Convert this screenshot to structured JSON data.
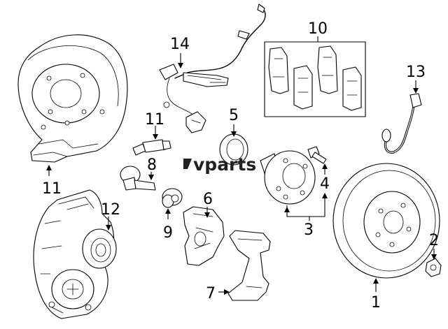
{
  "callouts": [
    {
      "id": "1",
      "label": "1"
    },
    {
      "id": "2",
      "label": "2"
    },
    {
      "id": "3",
      "label": "3"
    },
    {
      "id": "4",
      "label": "4"
    },
    {
      "id": "5",
      "label": "5"
    },
    {
      "id": "6",
      "label": "6"
    },
    {
      "id": "7",
      "label": "7"
    },
    {
      "id": "8",
      "label": "8"
    },
    {
      "id": "9",
      "label": "9"
    },
    {
      "id": "10",
      "label": "10"
    },
    {
      "id": "11a",
      "label": "11"
    },
    {
      "id": "11b",
      "label": "11"
    },
    {
      "id": "12",
      "label": "12"
    },
    {
      "id": "13",
      "label": "13"
    },
    {
      "id": "14",
      "label": "14"
    }
  ],
  "watermark": {
    "text": "vparts"
  },
  "colors": {
    "line": "#000000",
    "background": "#ffffff"
  }
}
